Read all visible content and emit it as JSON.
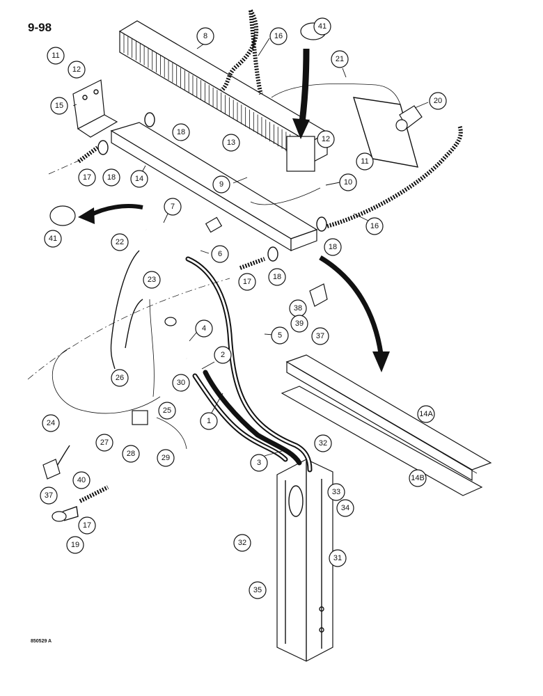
{
  "page_code": "9-98",
  "drawing_code": "850529 A",
  "callouts": [
    "1",
    "2",
    "3",
    "4",
    "5",
    "6",
    "7",
    "8",
    "9",
    "10",
    "11",
    "11",
    "12",
    "12",
    "13",
    "14",
    "14A",
    "14B",
    "15",
    "16",
    "16",
    "17",
    "17",
    "17",
    "18",
    "18",
    "18",
    "18",
    "19",
    "20",
    "21",
    "22",
    "23",
    "24",
    "25",
    "26",
    "27",
    "28",
    "29",
    "30",
    "31",
    "32",
    "32",
    "33",
    "34",
    "35",
    "37",
    "37",
    "38",
    "39",
    "40",
    "41",
    "41"
  ]
}
